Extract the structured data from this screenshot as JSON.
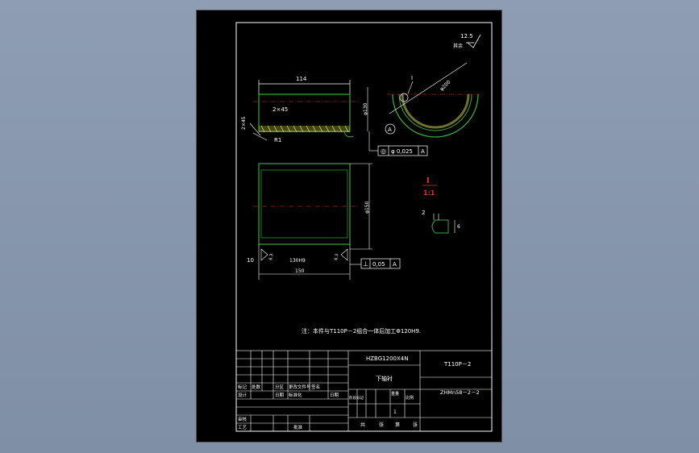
{
  "colors": {
    "background": "#8e9db3",
    "paper": "#000000",
    "outline": "#ffffff",
    "part": "#3aa83a",
    "centerline": "#e03030",
    "hatch": "#e0e060",
    "detail": "#e03030"
  },
  "roughness": {
    "value": "12.5",
    "label": "其余"
  },
  "top_view": {
    "length": "114",
    "chamfer": "2×45",
    "chamfer_side": "2×45",
    "fillet": "R1",
    "inner_dia": "φ130"
  },
  "right_view": {
    "detail_marker": "I",
    "datum": "A",
    "dia": "φ200"
  },
  "tolerance_1": {
    "symbol": "◎",
    "value": "φ 0,025",
    "datum": "A"
  },
  "detail": {
    "title": "I",
    "scale": "1:1",
    "dim_a": "2",
    "dim_b": "6"
  },
  "front_view": {
    "height": "φ150",
    "width": "150",
    "offset": "10",
    "angle_left": "6.3",
    "angle_right": "6.3",
    "text_mid": "130H9"
  },
  "tolerance_2": {
    "symbol": "⊥",
    "value": "0,05",
    "datum": "A"
  },
  "note": "注：本件与T110P－2组合一体后加工Φ120H9.",
  "title_block": {
    "code": "HZBG1200X4N",
    "part_name": "下轴衬",
    "drawing_no": "T110P－2",
    "material": "ZHMn58－2－2",
    "header_row": [
      "标记",
      "处数",
      "分区",
      "更改文件号",
      "签名"
    ],
    "row2": [
      "设计",
      "",
      "日期",
      "标准化",
      "",
      "日期"
    ],
    "stage_headers": [
      "阶段标记",
      "重量",
      "比例"
    ],
    "quantity": "1",
    "row_review": "审核",
    "row_process": "工艺",
    "approve": "批准",
    "sheets": [
      "共",
      "张",
      "第",
      "张"
    ]
  }
}
